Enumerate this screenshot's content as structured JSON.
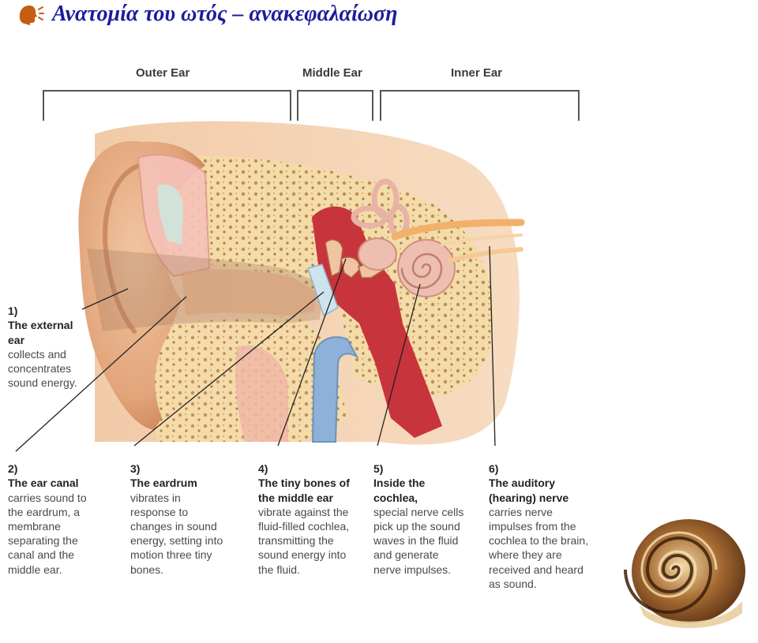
{
  "page": {
    "title": "Ανατομία του ωτός – ανακεφαλαίωση",
    "title_color": "#1c1c9c",
    "title_icon": "speaker-head-icon"
  },
  "diagram": {
    "regions": [
      {
        "label": "Outer Ear"
      },
      {
        "label": "Middle Ear"
      },
      {
        "label": "Inner Ear"
      }
    ],
    "captions": [
      {
        "number": "1)",
        "lead": "The external ear",
        "body": "collects and concentrates sound energy."
      },
      {
        "number": "2)",
        "lead": "The ear canal",
        "body": "carries sound to the eardrum, a membrane separating the canal and the middle ear."
      },
      {
        "number": "3)",
        "lead": "The eardrum",
        "body": "vibrates in response to changes in sound energy, setting into motion three tiny bones."
      },
      {
        "number": "4)",
        "lead": "The tiny bones of the middle ear",
        "body": "vibrate against the fluid-filled cochlea, transmitting the sound energy into the fluid."
      },
      {
        "number": "5)",
        "lead": "Inside the cochlea,",
        "body": "special nerve cells pick up the sound waves in the fluid and generate nerve impulses."
      },
      {
        "number": "6)",
        "lead": "The auditory (hearing) nerve",
        "body": "carries nerve impulses from the cochlea to the brain, where they are received and heard as sound."
      }
    ],
    "colors": {
      "skin": "#e7b48f",
      "skin_dark": "#c98257",
      "bone": "#f3d9a6",
      "cartilage": "#f6c2b8",
      "middle_ear": "#c8343c",
      "canal_blue": "#8db1d8",
      "nerve": "#f2b16a",
      "cochlea": "#e9b7a7"
    }
  },
  "decoration": {
    "snail_icon": "snail-shell-icon"
  }
}
